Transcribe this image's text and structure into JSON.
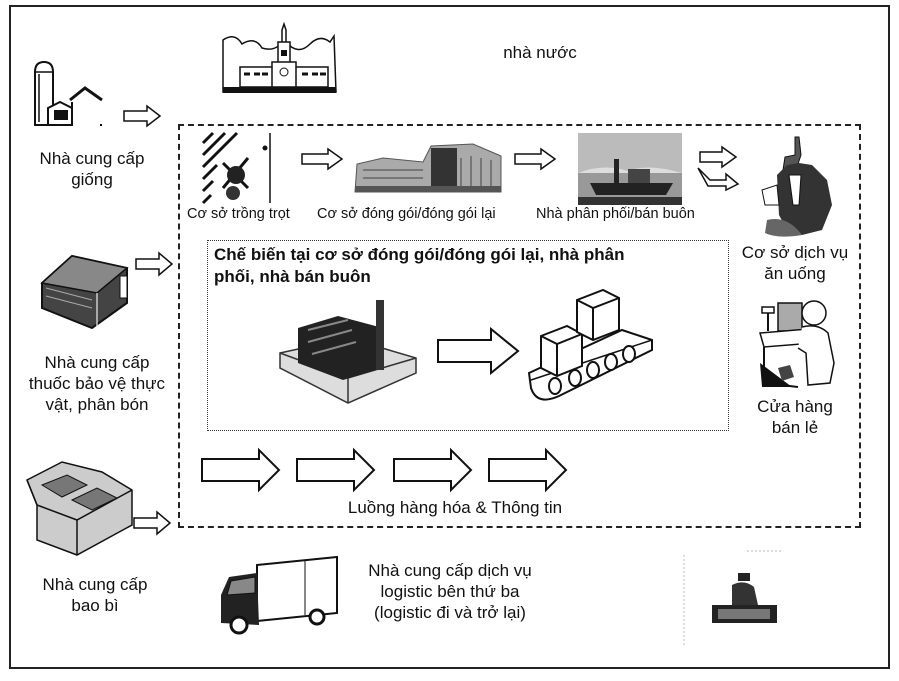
{
  "diagram": {
    "government": {
      "label": "nhà nước",
      "icon": "government-building-icon"
    },
    "suppliers": [
      {
        "id": "seed",
        "label_lines": [
          "Nhà cung cấp",
          "giống"
        ],
        "icon": "farm-silo-icon"
      },
      {
        "id": "chemicals",
        "label_lines": [
          "Nhà cung cấp",
          "thuốc bảo vệ thực",
          "vật, phân bón"
        ],
        "icon": "fertilizer-bag-icon"
      },
      {
        "id": "packaging",
        "label_lines": [
          "Nhà cung cấp",
          "bao bì"
        ],
        "icon": "packaging-boxes-icon"
      }
    ],
    "chain": [
      {
        "id": "farm",
        "label": "Cơ sở trồng trọt",
        "icon": "crop-field-icon"
      },
      {
        "id": "packer",
        "label": "Cơ sở đóng gói/đóng gói lại",
        "icon": "packing-facility-icon"
      },
      {
        "id": "distributor",
        "label": "Nhà phân phối/bán buôn",
        "icon": "distribution-ship-icon"
      }
    ],
    "endpoints": [
      {
        "id": "food-service",
        "label_lines": [
          "Cơ sở dịch vụ",
          "ăn uống"
        ],
        "icon": "food-service-icon"
      },
      {
        "id": "retail",
        "label_lines": [
          "Cửa hàng",
          "bán lẻ"
        ],
        "icon": "retail-cashier-icon"
      }
    ],
    "processing": {
      "title_lines": [
        "Chế biến tại cơ sở đóng gói/đóng gói lại, nhà phân",
        "phối, nhà bán buôn"
      ],
      "icons": [
        "factory-icon",
        "conveyor-belt-icon"
      ]
    },
    "flow": {
      "label": "Luồng hàng hóa & Thông tin",
      "arrow_count": 4
    },
    "logistics": {
      "label_lines": [
        "Nhà cung cấp dịch vụ",
        "logistic bên thứ ba",
        "(logistic đi và trở lại)"
      ],
      "icon": "delivery-truck-icon"
    },
    "consumer": {
      "icon": "consumer-figure-icon"
    }
  }
}
